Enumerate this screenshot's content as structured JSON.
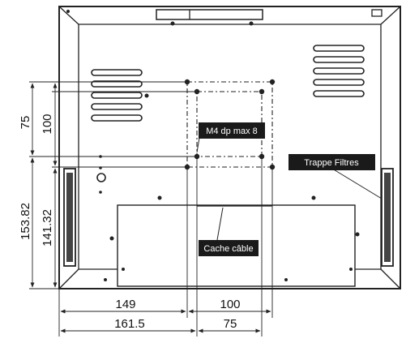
{
  "labels": {
    "m4_callout": "M4 dp max 8",
    "filter_callout": "Trappe Filtres",
    "cable_callout": "Cache câble"
  },
  "dimensions": {
    "bottom_top_left": "149",
    "bottom_top_right": "100",
    "bottom_bottom_left": "161.5",
    "bottom_bottom_right": "75",
    "left_inner_top": "100",
    "left_outer_top": "75",
    "left_inner_bottom": "141.32",
    "left_outer_bottom": "153.82"
  }
}
